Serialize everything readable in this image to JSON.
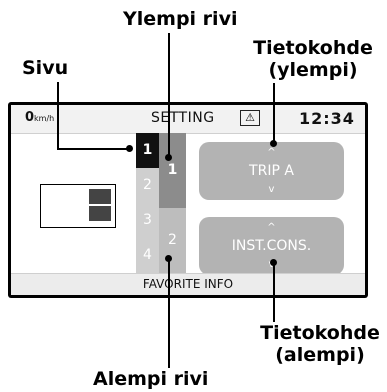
{
  "callouts": {
    "upper_row": "Ylempi rivi",
    "page": "Sivu",
    "item_upper_line1": "Tietokohde",
    "item_upper_line2": "(ylempi)",
    "item_lower_line1": "Tietokohde",
    "item_lower_line2": "(alempi)",
    "lower_row": "Alempi rivi"
  },
  "screen": {
    "speed": "0",
    "speed_unit": "km/h",
    "title": "SETTING",
    "warning_icon": "warning-triangle-icon",
    "warning_glyph": "⚠",
    "clock": "12:34",
    "pages": [
      "1",
      "2",
      "3",
      "4"
    ],
    "active_page": "1",
    "rows": [
      "1",
      "2"
    ],
    "items": {
      "upper": "TRIP A",
      "lower": "INST.CONS."
    },
    "chevron_up": "^",
    "chevron_down": "v",
    "footer": "FAVORITE INFO"
  },
  "colors": {
    "active_page_bg": "#111111",
    "upper_row_bg": "#8c8c8c",
    "lower_row_bg": "#bdbdbd",
    "item_bg": "#b3b3b3"
  }
}
